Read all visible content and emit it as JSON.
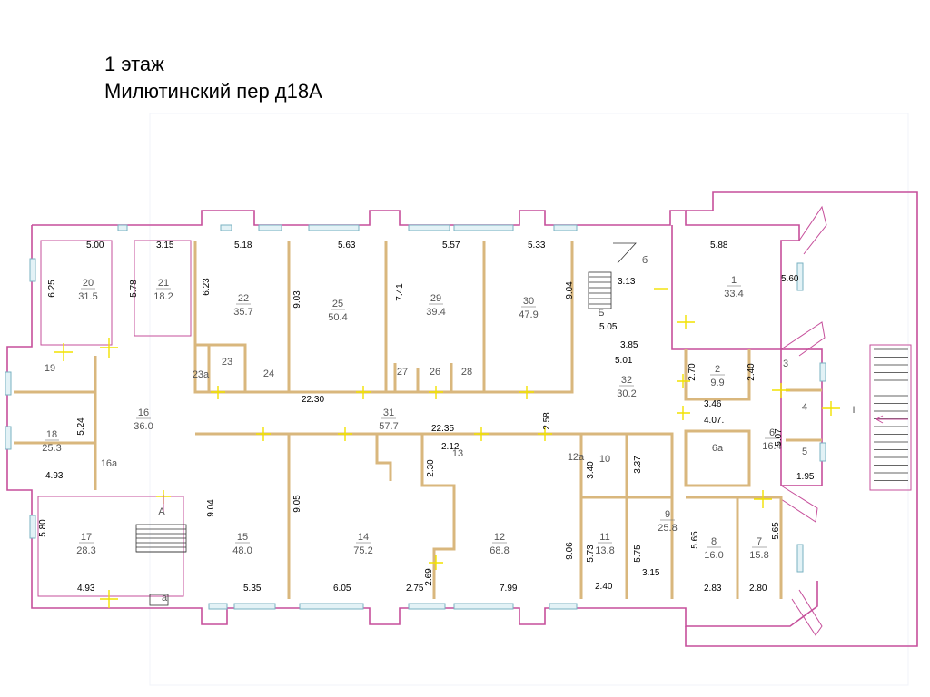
{
  "title": {
    "line1": "1 этаж",
    "line2": "Милютинский пер д18А"
  },
  "rooms": [
    {
      "n": "20",
      "a": "31.5"
    },
    {
      "n": "21",
      "a": "18.2"
    },
    {
      "n": "22",
      "a": "35.7"
    },
    {
      "n": "25",
      "a": "50.4"
    },
    {
      "n": "29",
      "a": "39.4"
    },
    {
      "n": "30",
      "a": "47.9"
    },
    {
      "n": "1",
      "a": "33.4"
    },
    {
      "n": "19",
      "a": ""
    },
    {
      "n": "16",
      "a": "36.0"
    },
    {
      "n": "18",
      "a": "25.3"
    },
    {
      "n": "23",
      "a": ""
    },
    {
      "n": "23а",
      "a": ""
    },
    {
      "n": "24",
      "a": ""
    },
    {
      "n": "27",
      "a": ""
    },
    {
      "n": "26",
      "a": ""
    },
    {
      "n": "28",
      "a": ""
    },
    {
      "n": "31",
      "a": "57.7"
    },
    {
      "n": "32",
      "a": "30.2"
    },
    {
      "n": "2",
      "a": "9.9"
    },
    {
      "n": "3",
      "a": ""
    },
    {
      "n": "4",
      "a": ""
    },
    {
      "n": "5",
      "a": ""
    },
    {
      "n": "6",
      "a": "16.4"
    },
    {
      "n": "6а",
      "a": ""
    },
    {
      "n": "16а",
      "a": ""
    },
    {
      "n": "17",
      "a": "28.3"
    },
    {
      "n": "15",
      "a": "48.0"
    },
    {
      "n": "14",
      "a": "75.2"
    },
    {
      "n": "13",
      "a": ""
    },
    {
      "n": "12",
      "a": "68.8"
    },
    {
      "n": "12а",
      "a": ""
    },
    {
      "n": "10",
      "a": ""
    },
    {
      "n": "11",
      "a": "13.8"
    },
    {
      "n": "9",
      "a": "25.8"
    },
    {
      "n": "8",
      "a": "16.0"
    },
    {
      "n": "7",
      "a": "15.8"
    },
    {
      "n": "А",
      "a": ""
    },
    {
      "n": "Б",
      "a": ""
    },
    {
      "n": "а",
      "a": ""
    },
    {
      "n": "б",
      "a": ""
    },
    {
      "n": "I",
      "a": ""
    }
  ],
  "dims": [
    "5.00",
    "3.15",
    "5.18",
    "5.63",
    "5.57",
    "5.33",
    "5.88",
    "6.25",
    "5.78",
    "6.23",
    "9.03",
    "7.41",
    "9.04",
    "3.13",
    "5.60",
    "5.05",
    "3.85",
    "5.01",
    "2.70",
    "2.40",
    "22.30",
    "3.46",
    "4.07.",
    "5.24",
    "22.35",
    "2.58",
    "5.07",
    "1.95",
    "2.12",
    "2.30",
    "3.40",
    "3.37",
    "4.93",
    "9.04",
    "9.05",
    "9.06",
    "5.73",
    "5.75",
    "5.65",
    "5.65",
    "5.80",
    "2.69",
    "4.93",
    "5.35",
    "6.05",
    "2.75",
    "7.99",
    "2.40",
    "3.15",
    "2.83",
    "2.80"
  ]
}
